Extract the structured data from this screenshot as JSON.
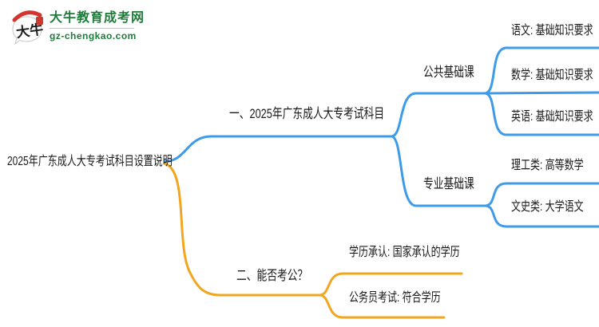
{
  "logo": {
    "icon": "daniu-speech-bubble-logo",
    "icon_text": "大牛",
    "site_name": "大牛教育成考网",
    "site_url": "gz-chengkao.com",
    "brand_color": "#1e7c3a",
    "seal_color": "#cc3a30"
  },
  "mindmap": {
    "colors": {
      "branch1": "#3e9be9",
      "branch2": "#f2a51f",
      "text": "#1a1a1a"
    },
    "root": {
      "label": "2025年广东成人大专考试科目设置说明"
    },
    "branches": [
      {
        "label": "一、2025年广东成人大专考试科目",
        "color": "#3e9be9",
        "children": [
          {
            "label": "公共基础课",
            "children": [
              {
                "label": "语文: 基础知识要求"
              },
              {
                "label": "数学: 基础知识要求"
              },
              {
                "label": "英语: 基础知识要求"
              }
            ]
          },
          {
            "label": "专业基础课",
            "children": [
              {
                "label": "理工类: 高等数学"
              },
              {
                "label": "文史类: 大学语文"
              }
            ]
          }
        ]
      },
      {
        "label": "二、能否考公？",
        "color": "#f2a51f",
        "children": [
          {
            "label": "学历承认: 国家承认的学历"
          },
          {
            "label": "公务员考试: 符合学历"
          }
        ]
      }
    ]
  }
}
